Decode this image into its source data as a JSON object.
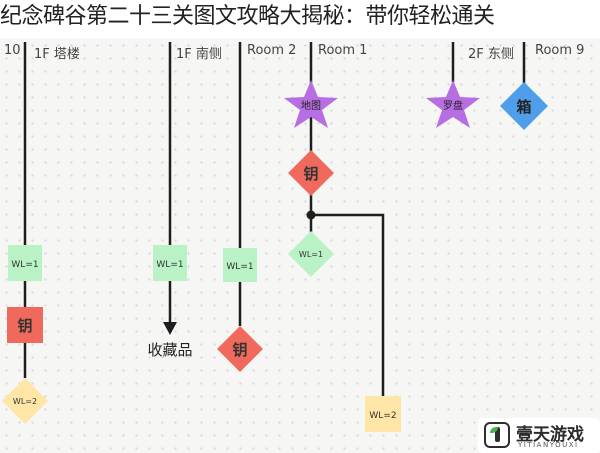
{
  "title": "纪念碑谷第二十三关图文攻略大揭秘：带你轻松通关",
  "columns": [
    {
      "label": "10"
    },
    {
      "label": "1F 塔楼"
    },
    {
      "label": "1F 南侧"
    },
    {
      "label": "Room 2"
    },
    {
      "label": "Room 1"
    },
    {
      "label": "2F 东侧"
    },
    {
      "label": "Room 9"
    }
  ],
  "nodes": {
    "wl_col1": "WL=1",
    "key_col1": "钥",
    "wl2_col1": "WL=2",
    "wl_col2": "WL=1",
    "collectible": "收藏品",
    "wl_col3": "WL=1",
    "key_col3": "钥",
    "map_star": "地图",
    "key_col4": "钥",
    "wl_col4": "WL=1",
    "wl2_col4b": "WL=2",
    "compass_star": "罗盘",
    "box": "箱"
  },
  "colors": {
    "line": "#1e1e1e",
    "wl_green": "#b9f2c4",
    "key_red": "#ef6a5c",
    "wl_yellow": "#ffe6a6",
    "star_purple": "#b86ee3",
    "box_blue": "#4e9eea"
  },
  "watermark": {
    "main": "壹天游戏",
    "sub": "YITIANYOUXI"
  }
}
